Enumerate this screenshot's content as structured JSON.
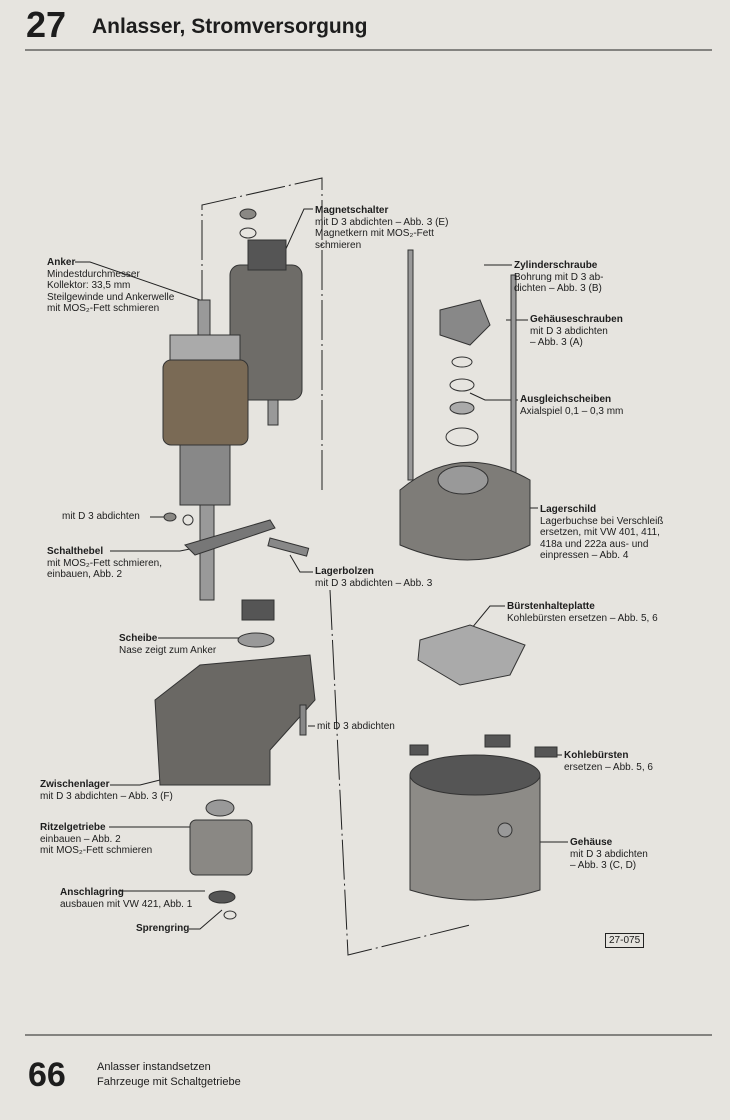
{
  "header": {
    "chapter": "27",
    "title": "Anlasser, Stromversorgung"
  },
  "footer": {
    "page": "66",
    "line1": "Anlasser instandsetzen",
    "line2": "Fahrzeuge mit Schaltgetriebe"
  },
  "figure_number": "27-075",
  "labels": {
    "magnetschalter": {
      "title": "Magnetschalter",
      "lines": [
        "mit D 3 abdichten – Abb. 3 (E)",
        "Magnetkern mit MOS₂-Fett",
        "schmieren"
      ]
    },
    "anker": {
      "title": "Anker",
      "lines": [
        "Mindestdurchmesser",
        "Kollektor: 33,5 mm",
        "Steilgewinde und Ankerwelle",
        "mit MOS₂-Fett schmieren"
      ]
    },
    "zylinderschraube": {
      "title": "Zylinderschraube",
      "lines": [
        "Bohrung mit D 3 ab-",
        "dichten – Abb. 3 (B)"
      ]
    },
    "gehaeuseschrauben": {
      "title": "Gehäuseschrauben",
      "lines": [
        "mit D 3 abdichten",
        "– Abb. 3 (A)"
      ]
    },
    "ausgleichscheiben": {
      "title": "Ausgleichscheiben",
      "lines": [
        "Axialspiel 0,1 – 0,3 mm"
      ]
    },
    "lagerschild": {
      "title": "Lagerschild",
      "lines": [
        "Lagerbuchse bei Verschleiß",
        "ersetzen, mit VW 401, 411,",
        "418a und 222a aus- und",
        "einpressen – Abb. 4"
      ]
    },
    "abdichten1": {
      "lines": [
        "mit D 3 abdichten"
      ]
    },
    "schalthebel": {
      "title": "Schalthebel",
      "lines": [
        "mit MOS₂-Fett schmieren,",
        "einbauen, Abb. 2"
      ]
    },
    "lagerbolzen": {
      "title": "Lagerbolzen",
      "lines": [
        "mit D 3 abdichten – Abb. 3"
      ]
    },
    "buerstenhalteplatte": {
      "title": "Bürstenhalteplatte",
      "lines": [
        "Kohlebürsten ersetzen – Abb. 5, 6"
      ]
    },
    "scheibe": {
      "title": "Scheibe",
      "lines": [
        "Nase zeigt zum Anker"
      ]
    },
    "abdichten2": {
      "lines": [
        "mit D 3 abdichten"
      ]
    },
    "kohlebuersten": {
      "title": "Kohlebürsten",
      "lines": [
        "ersetzen – Abb. 5, 6"
      ]
    },
    "zwischenlager": {
      "title": "Zwischenlager",
      "lines": [
        "mit D 3 abdichten – Abb. 3 (F)"
      ]
    },
    "ritzelgetriebe": {
      "title": "Ritzelgetriebe",
      "lines": [
        "einbauen – Abb. 2",
        "mit MOS₂-Fett schmieren"
      ]
    },
    "gehaeuse": {
      "title": "Gehäuse",
      "lines": [
        "mit D 3 abdichten",
        "– Abb. 3 (C, D)"
      ]
    },
    "anschlagring": {
      "title": "Anschlagring",
      "lines": [
        "ausbauen mit VW 421, Abb. 1"
      ]
    },
    "sprengring": {
      "title": "Sprengring"
    }
  }
}
